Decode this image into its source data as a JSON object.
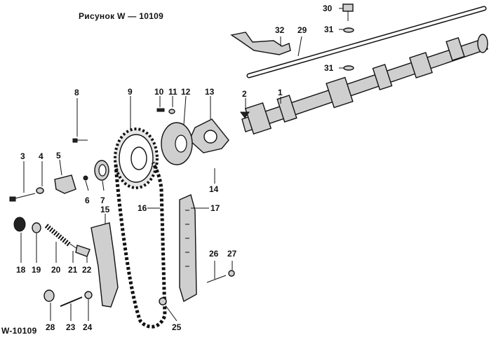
{
  "figure": {
    "title": "Рисунок W — 10109",
    "code": "W-10109"
  },
  "callouts": [
    "1",
    "2",
    "3",
    "4",
    "5",
    "6",
    "7",
    "8",
    "9",
    "10",
    "11",
    "12",
    "13",
    "14",
    "15",
    "16",
    "17",
    "18",
    "19",
    "20",
    "21",
    "22",
    "23",
    "24",
    "25",
    "26",
    "27",
    "28",
    "29",
    "30",
    "31",
    "31",
    "32"
  ]
}
